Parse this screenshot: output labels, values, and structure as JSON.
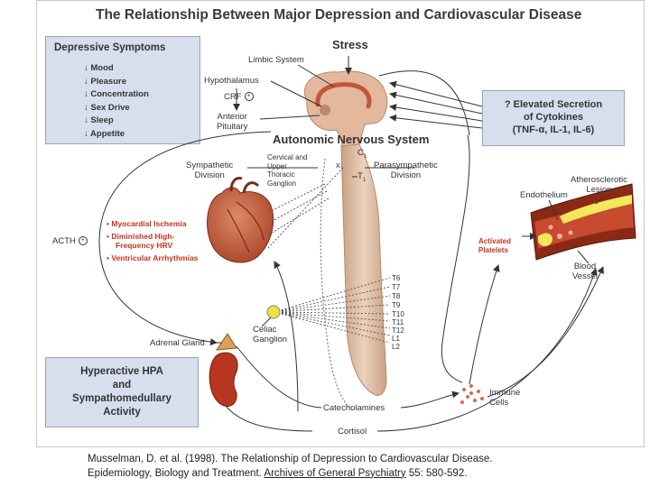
{
  "title": "The Relationship Between Major Depression and Cardiovascular Disease",
  "depressive_symptoms": {
    "heading": "Depressive Symptoms",
    "items": [
      "↓ Mood",
      "↓ Pleasure",
      "↓ Concentration",
      "↓ Sex Drive",
      "↓ Sleep",
      "↓ Appetite"
    ]
  },
  "brain": {
    "stress": "Stress",
    "limbic_system": "Limbic System",
    "hypothalamus": "Hypothalamus",
    "crf": "CRF",
    "anterior_pituitary": [
      "Anterior",
      "Pituitary"
    ],
    "ans": "Autonomic Nervous System"
  },
  "cytokines": {
    "lines": [
      "? Elevated Secretion",
      "of Cytokines",
      "(TNF-α, IL-1, IL-6)"
    ]
  },
  "nervous": {
    "sympathetic_division": [
      "Sympathetic",
      "Division"
    ],
    "cervical_ganglion": [
      "Cervical and",
      "Upper",
      "Thoracic",
      "Ganglion"
    ],
    "x_mark": "x",
    "c1": "C",
    "c1_sub": "1",
    "t1": "T",
    "t1_sub": "1",
    "parasympathetic_division": [
      "Parasympathetic",
      "Division"
    ],
    "spinal_levels": [
      "T6",
      "T7",
      "T8",
      "T9",
      "T10",
      "T11",
      "T12",
      "L1",
      "L2"
    ],
    "celiac_ganglion": [
      "Celiac",
      "Ganglion"
    ]
  },
  "heart_effects": [
    "Myocardial Ischemia",
    "Diminished High-",
    "Frequency HRV",
    "Ventricular Arrhythmias"
  ],
  "acth": "ACTH",
  "plus_sign": "+",
  "vessel": {
    "atherosclerotic_lesion": [
      "Atherosclerotic",
      "Lesion"
    ],
    "endothelium": "Endothelium",
    "activated_platelets": [
      "Activated",
      "Platelets"
    ],
    "blood_vessel": [
      "Blood",
      "Vessel"
    ]
  },
  "adrenal_gland": "Adrenal Gland",
  "hpa_box": [
    "Hyperactive HPA",
    "and",
    "Sympathomedullary",
    "Activity"
  ],
  "catecholamines": "Catecholamines",
  "cortisol": "Cortisol",
  "immune_cells": [
    "Immune",
    "Cells"
  ],
  "citation": {
    "line1": "Musselman, D. et al. (1998). The Relationship of Depression to Cardiovascular Disease.",
    "line2_pre": "Epidemiology, Biology and Treatment. ",
    "journal": "Archives of General Psychiatry",
    "line2_post": " 55: 580-592."
  },
  "colors": {
    "box_fill": "#d7dfee",
    "effects_red": "#c8321e",
    "spinal_tan": "#dcb79a",
    "heart": "#c0583a",
    "vessel_wall": "#8b2a14",
    "plaque": "#f2e85a"
  }
}
